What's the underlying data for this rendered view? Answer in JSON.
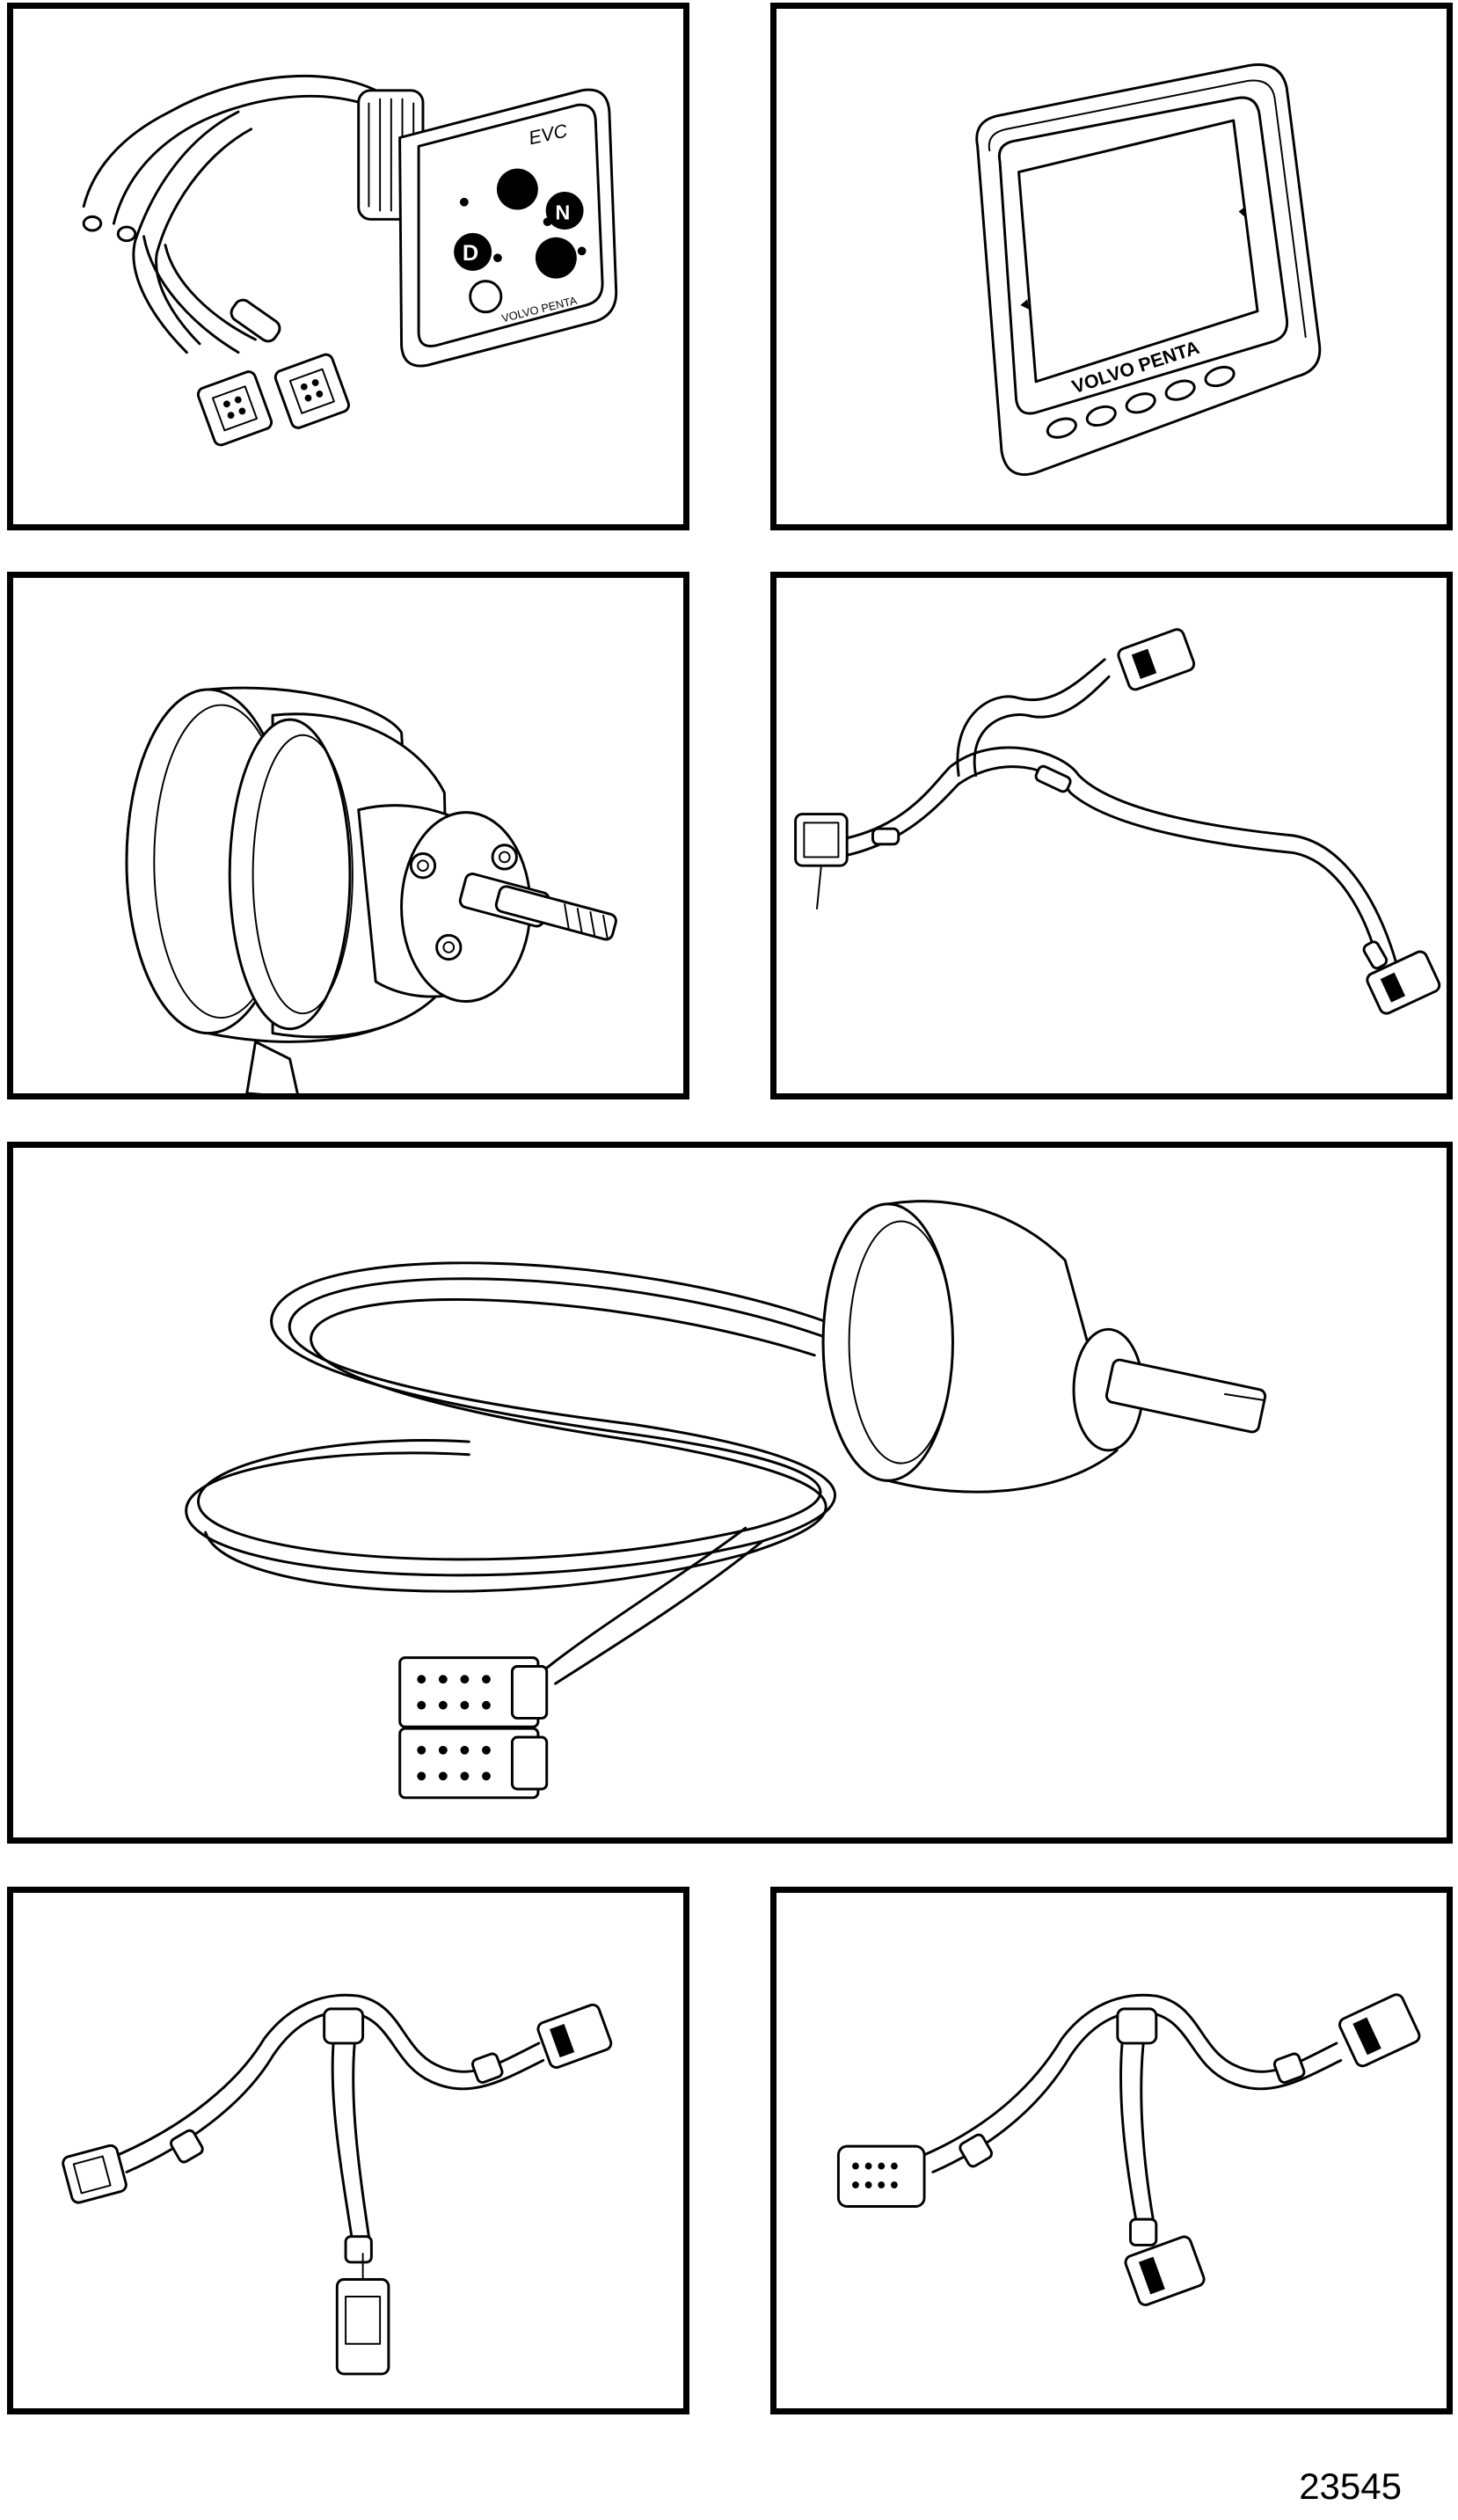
{
  "panels": {
    "control_panel": {
      "brand": "EVC",
      "plate": "VOLVO PENTA",
      "buttons": [
        "D",
        "N"
      ]
    },
    "display": {
      "brand": "VOLVO PENTA"
    }
  },
  "figure_number": "23545"
}
